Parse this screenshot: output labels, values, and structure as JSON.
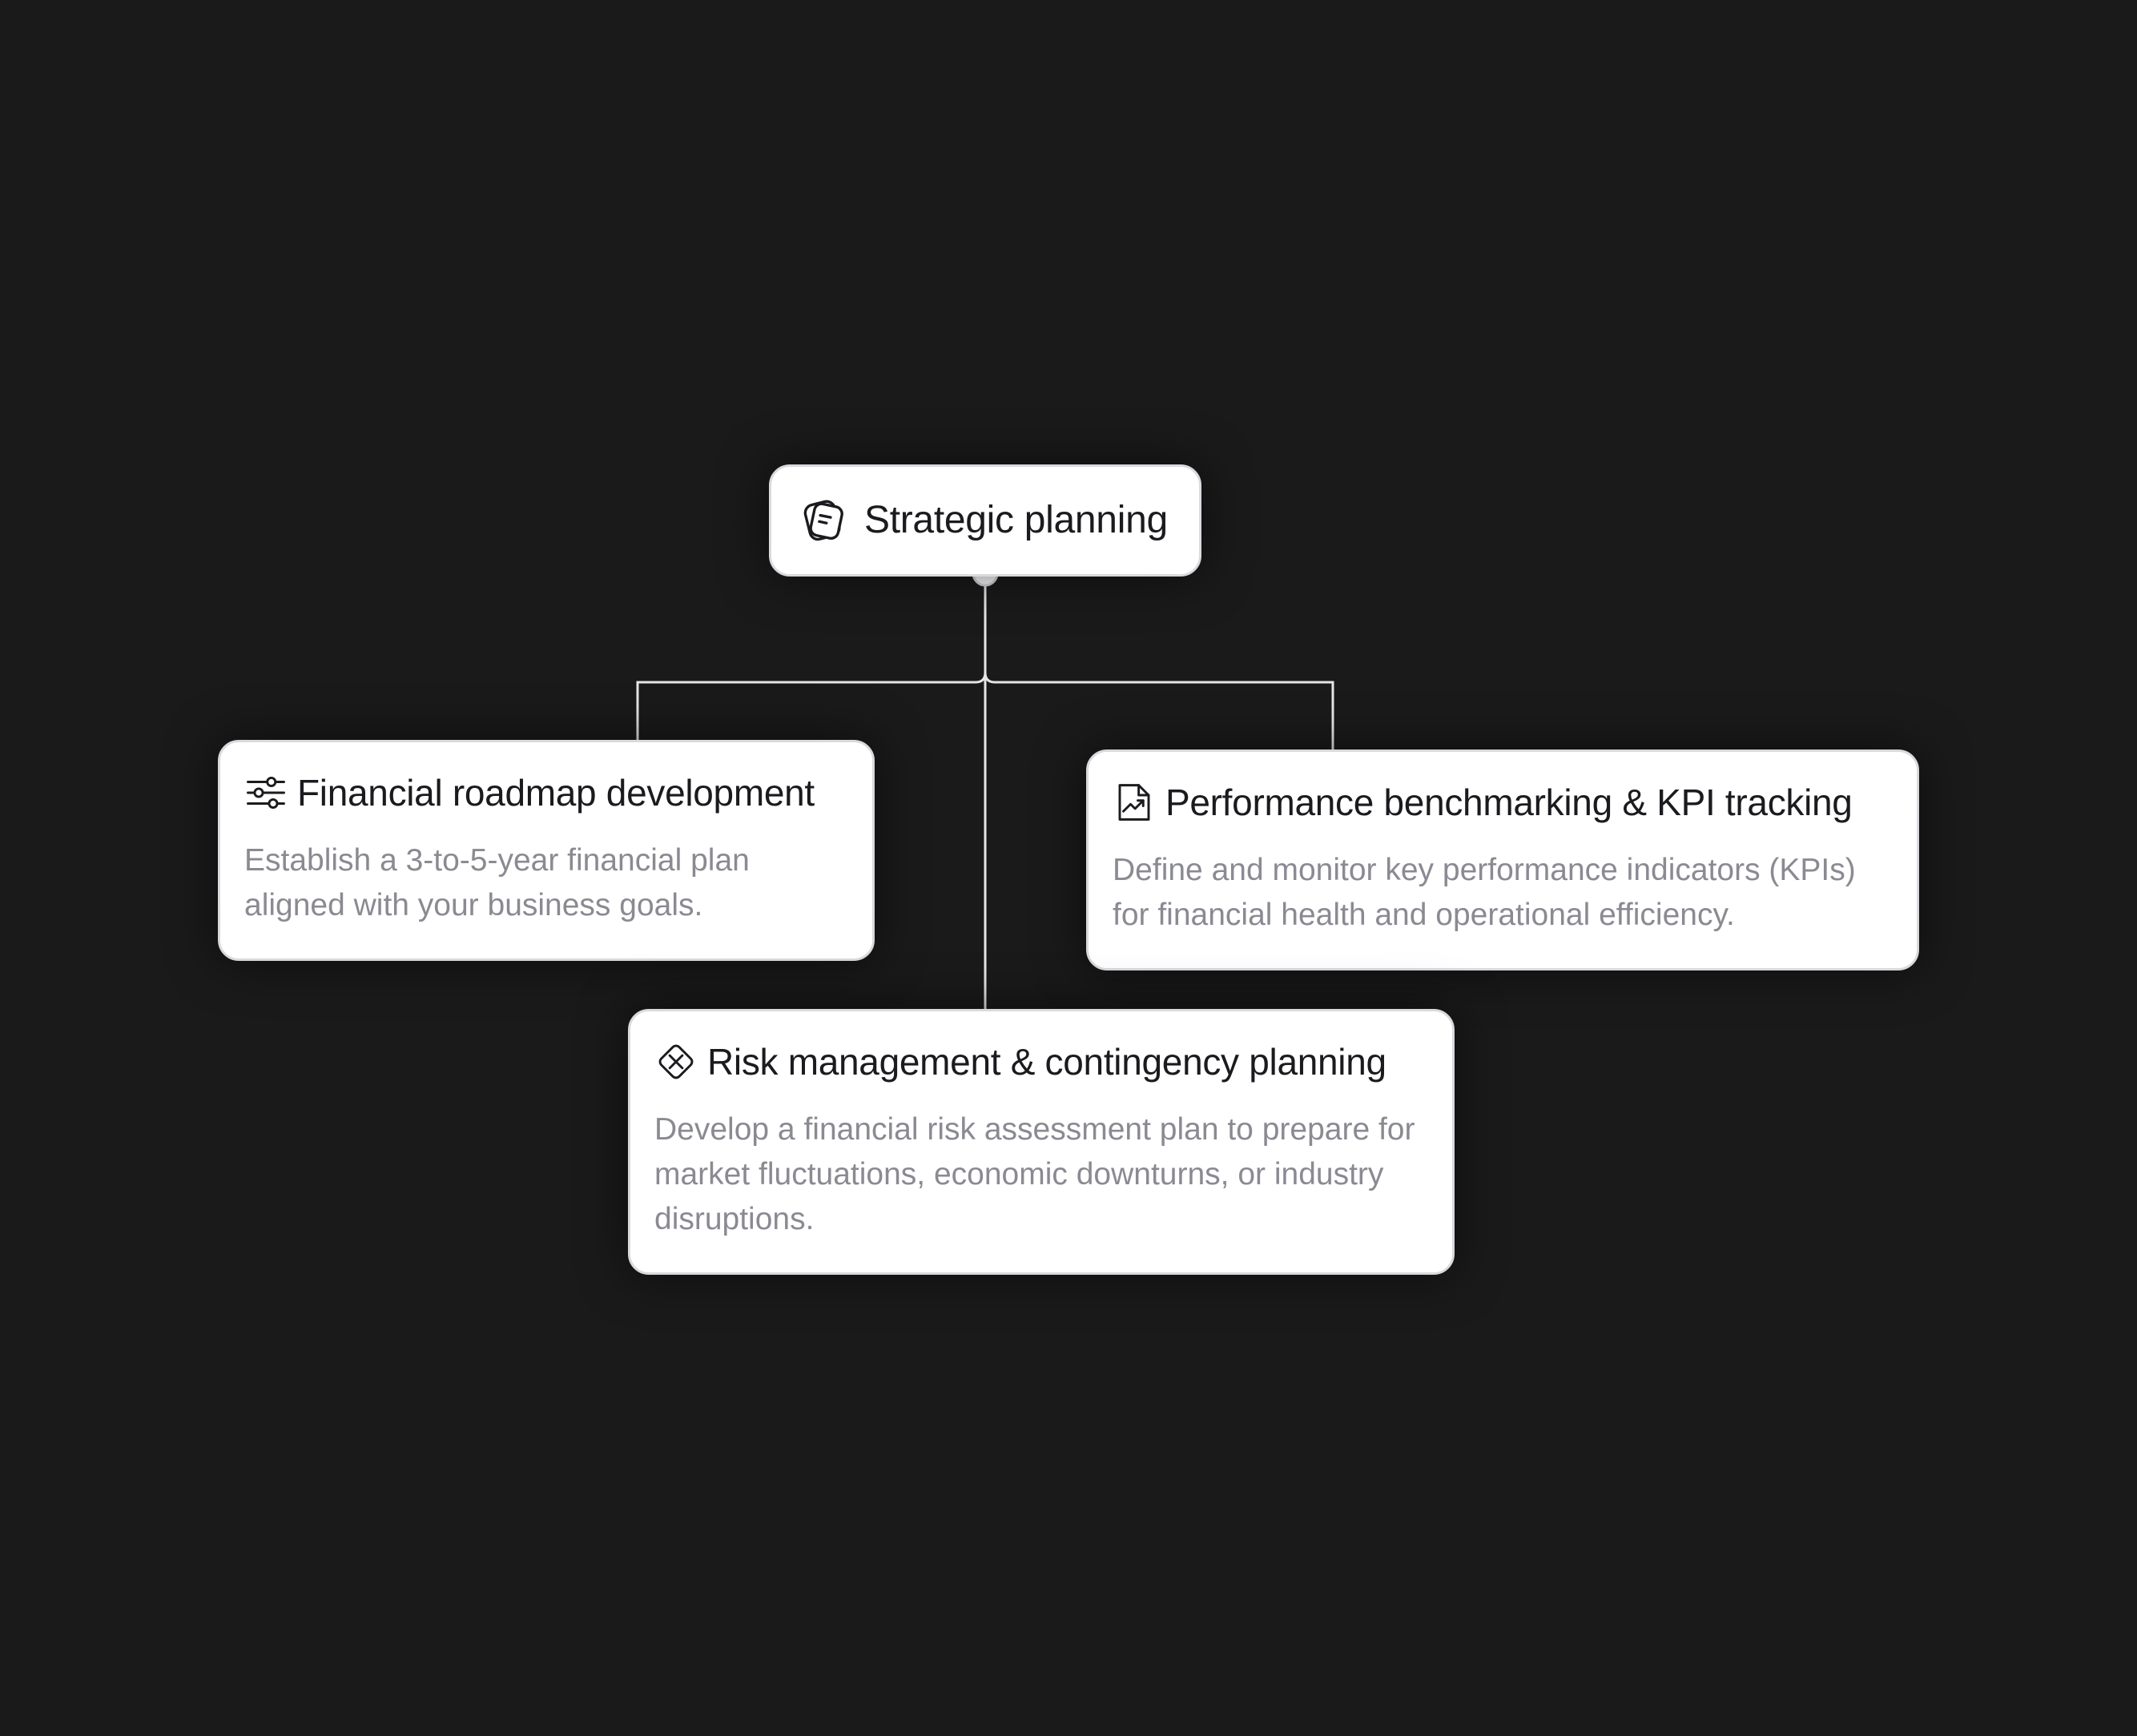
{
  "diagram": {
    "root": {
      "icon": "strategy-cards-icon",
      "title": "Strategic planning"
    },
    "children": [
      {
        "icon": "sliders-icon",
        "title": "Financial roadmap development",
        "description": "Establish a 3-to-5-year financial plan aligned with your business goals."
      },
      {
        "icon": "chart-document-icon",
        "title": "Performance benchmarking & KPI tracking",
        "description": "Define and monitor key performance indicators (KPIs) for financial health and operational efficiency."
      },
      {
        "icon": "diamond-cross-icon",
        "title": "Risk management & contingency planning",
        "description": "Develop a financial risk assessment plan to prepare for market fluctuations, economic downturns, or industry disruptions."
      }
    ]
  },
  "colors": {
    "background": "#1a1a1a",
    "card": "#ffffff",
    "card_border": "#d9d9de",
    "connector": "#e6e6e6",
    "title_text": "#1b1b1f",
    "description_text": "#8a8a92"
  }
}
